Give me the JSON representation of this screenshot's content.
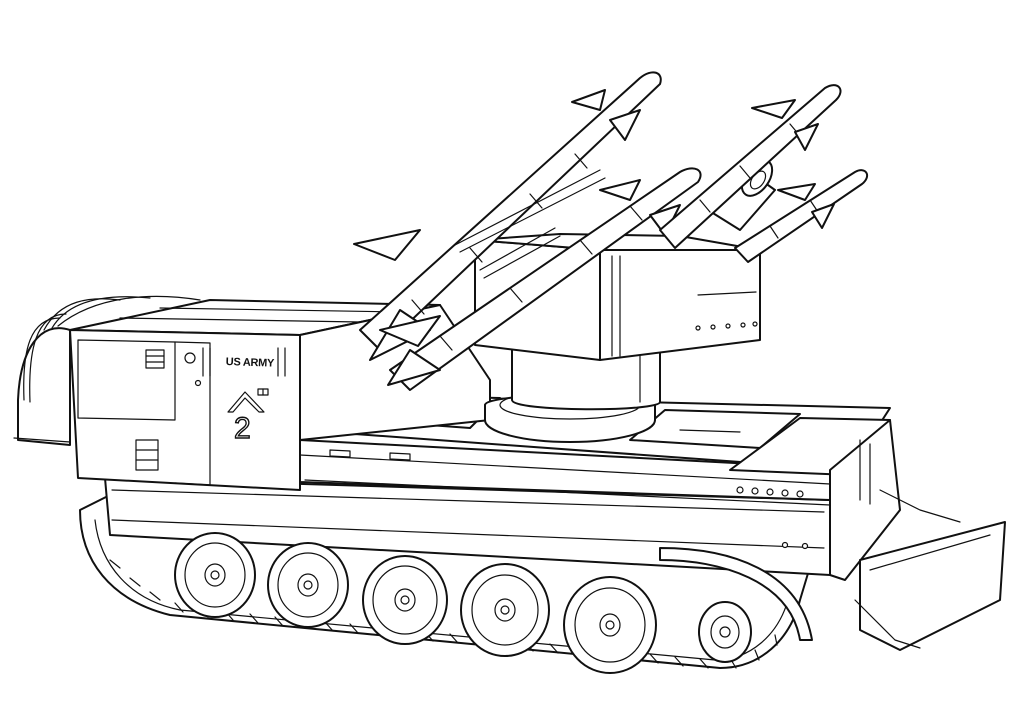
{
  "image": {
    "description": "Black and white line-art coloring page of a tracked US Army surface-to-air missile launcher vehicle with four missiles on a rotating turret",
    "background_color": "#ffffff",
    "line_color": "#111111"
  },
  "vehicle": {
    "type": "tracked-missile-launcher",
    "side_marking": "US ARMY",
    "unit_number": "2",
    "unit_insignia": "chevron-icon",
    "missile_count": 4,
    "road_wheel_count": 5
  }
}
